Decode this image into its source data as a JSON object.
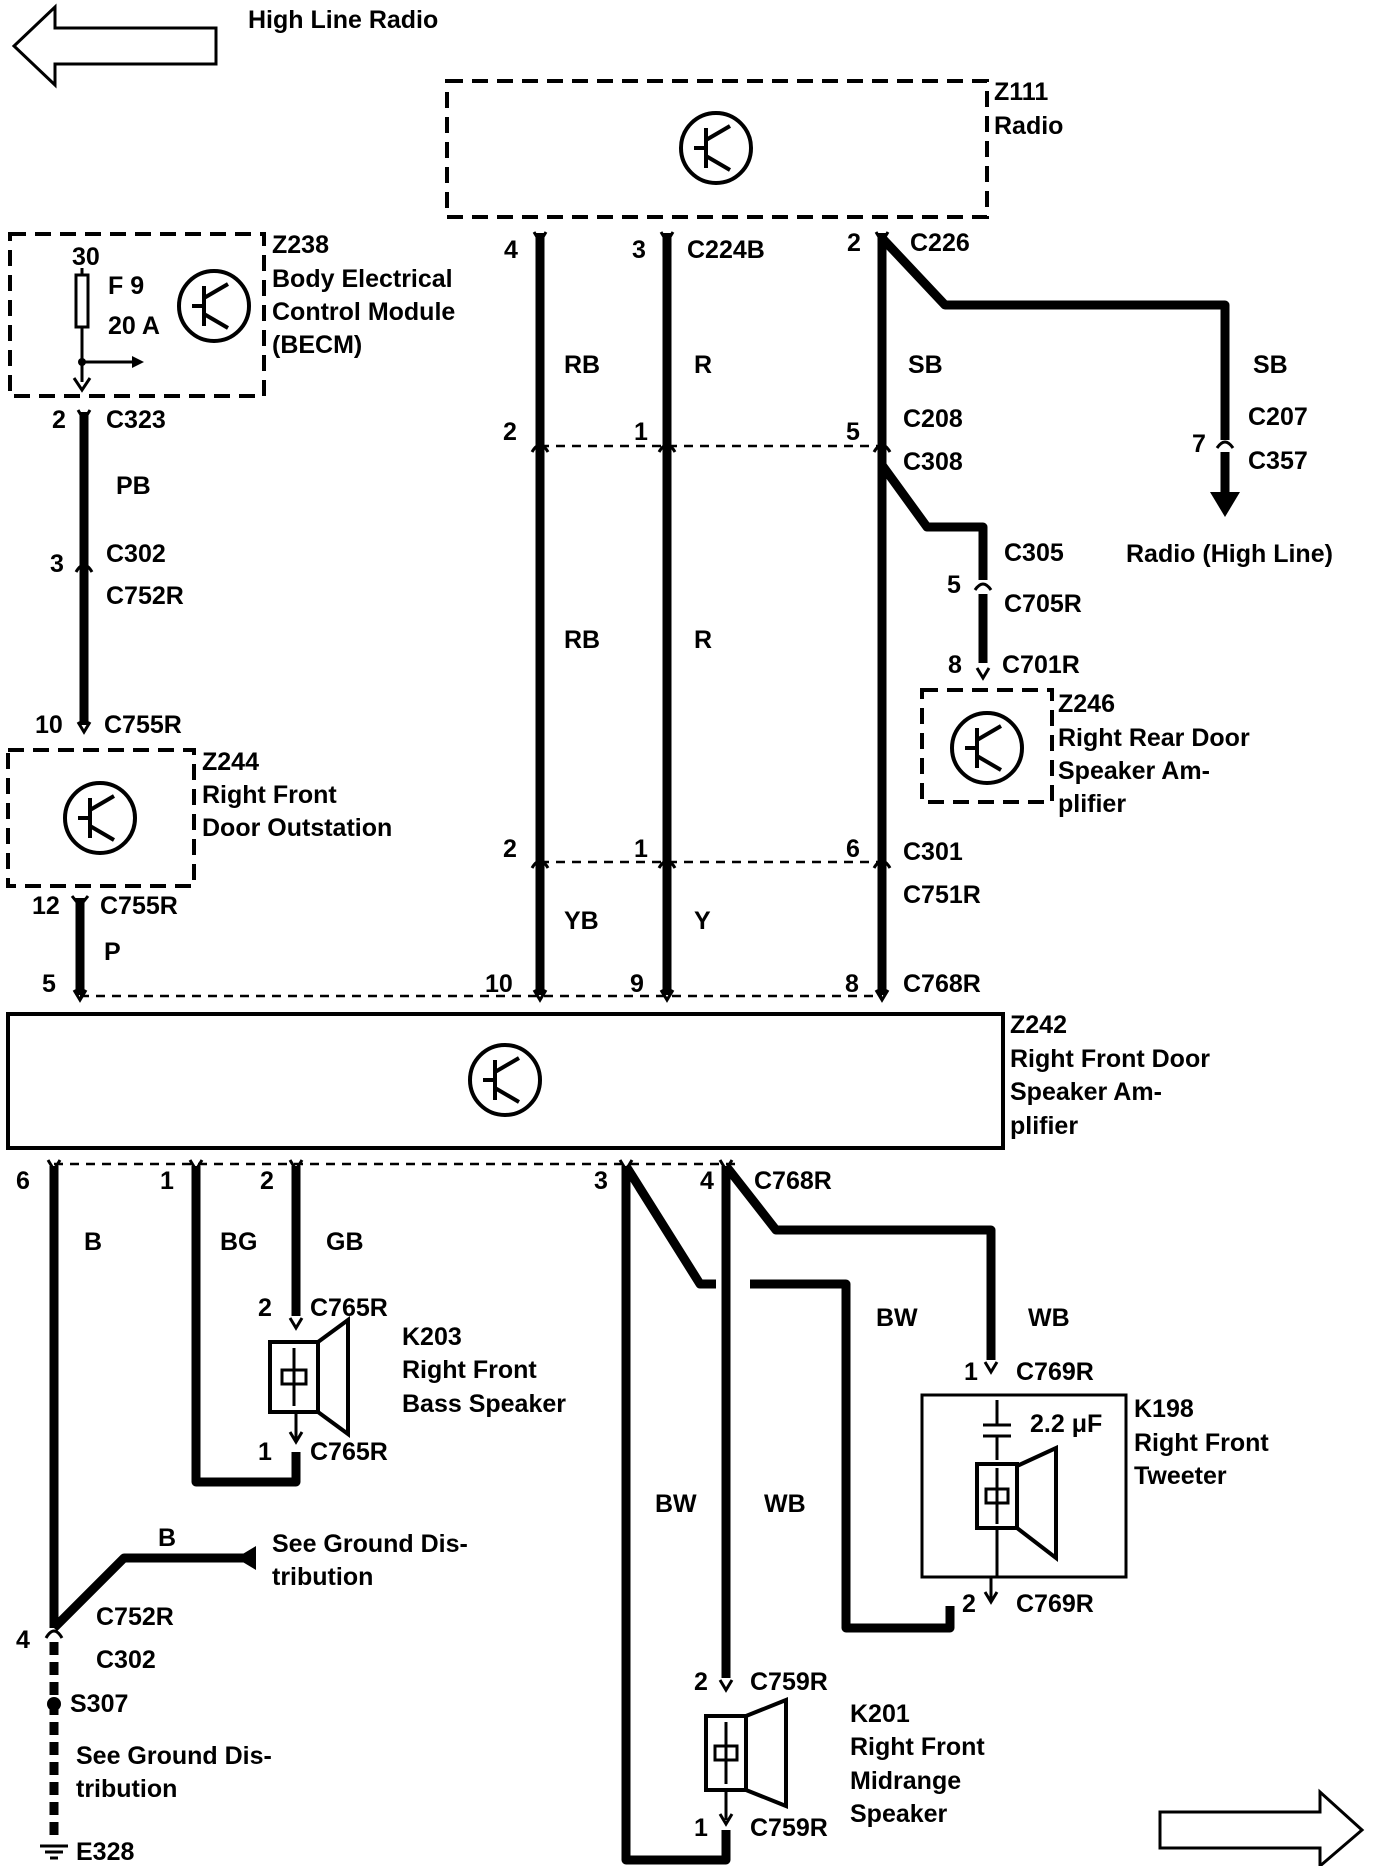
{
  "nav": {
    "top_left_label": "High Line Radio"
  },
  "radio": {
    "id": "Z111",
    "name": "Radio",
    "connector": "C224B",
    "pin_rb": "4",
    "pin_r": "3",
    "pin_sb": "2",
    "connector_sb": "C226"
  },
  "becm": {
    "id": "Z238",
    "line1": "Body Electrical",
    "line2": "Control Module",
    "line3": "(BECM)",
    "fuse_terminal": "30",
    "fuse_name": "F 9",
    "fuse_rating": "20 A",
    "pin": "2",
    "connector": "C323"
  },
  "pb_wire": {
    "color": "PB",
    "inline_pin": "3",
    "inline_c1": "C302",
    "inline_c2": "C752R",
    "out_pin": "10",
    "out_connector": "C755R"
  },
  "outstation": {
    "id": "Z244",
    "line1": "Right Front",
    "line2": "Door Outstation",
    "pin": "12",
    "connector": "C755R",
    "wire_color": "P",
    "amp_pin": "5"
  },
  "inline_c208": {
    "pin_rb": "2",
    "pin_r": "1",
    "pin_sb": "5",
    "c1": "C208",
    "c2": "C308"
  },
  "upper_colors": {
    "rb": "RB",
    "r": "R",
    "sb": "SB",
    "sb_branch": "SB"
  },
  "mid_colors": {
    "rb": "RB",
    "r": "R"
  },
  "high_line": {
    "pin": "7",
    "c1": "C207",
    "c2": "C357",
    "label": "Radio (High Line)"
  },
  "rear_amp_wire": {
    "c1": "C305",
    "pin": "5",
    "c2": "C705R",
    "pin2": "8",
    "c3": "C701R"
  },
  "rear_amp": {
    "id": "Z246",
    "line1": "Right Rear Door",
    "line2": "Speaker Am-",
    "line3": "plifier"
  },
  "inline_c301": {
    "pin_rb": "2",
    "pin_r": "1",
    "pin_sb": "6",
    "c1": "C301",
    "c2": "C751R"
  },
  "lower_colors": {
    "yb": "YB",
    "y": "Y"
  },
  "amp_inputs": {
    "pin_yb": "10",
    "pin_y": "9",
    "pin_sb": "8",
    "connector": "C768R"
  },
  "front_amp": {
    "id": "Z242",
    "line1": "Right Front Door",
    "line2": "Speaker Am-",
    "line3": "plifier"
  },
  "amp_outputs": {
    "pin6": "6",
    "pin1": "1",
    "pin2": "2",
    "pin3": "3",
    "pin4": "4",
    "connector": "C768R"
  },
  "out_colors": {
    "b": "B",
    "bg": "BG",
    "gb": "GB",
    "bw_top": "BW",
    "wb_top": "WB",
    "bw_low": "BW",
    "wb_low": "WB",
    "b_branch": "B"
  },
  "bass": {
    "id": "K203",
    "line1": "Right Front",
    "line2": "Bass Speaker",
    "pin_top": "2",
    "conn_top": "C765R",
    "pin_bottom": "1",
    "conn_bottom": "C765R"
  },
  "tweeter": {
    "id": "K198",
    "line1": "Right Front",
    "line2": "Tweeter",
    "capacitor": "2.2 μF",
    "pin_top": "1",
    "conn_top": "C769R",
    "pin_bottom": "2",
    "conn_bottom": "C769R"
  },
  "midrange": {
    "id": "K201",
    "line1": "Right Front",
    "line2": "Midrange",
    "line3": "Speaker",
    "pin_top": "2",
    "conn_top": "C759R",
    "pin_bottom": "1",
    "conn_bottom": "C759R"
  },
  "ground": {
    "branch_l1": "See Ground Dis-",
    "branch_l2": "tribution",
    "c1": "C752R",
    "pin": "4",
    "c2": "C302",
    "splice": "S307",
    "dist_l1": "See Ground Dis-",
    "dist_l2": "tribution",
    "ground_id": "E328"
  }
}
